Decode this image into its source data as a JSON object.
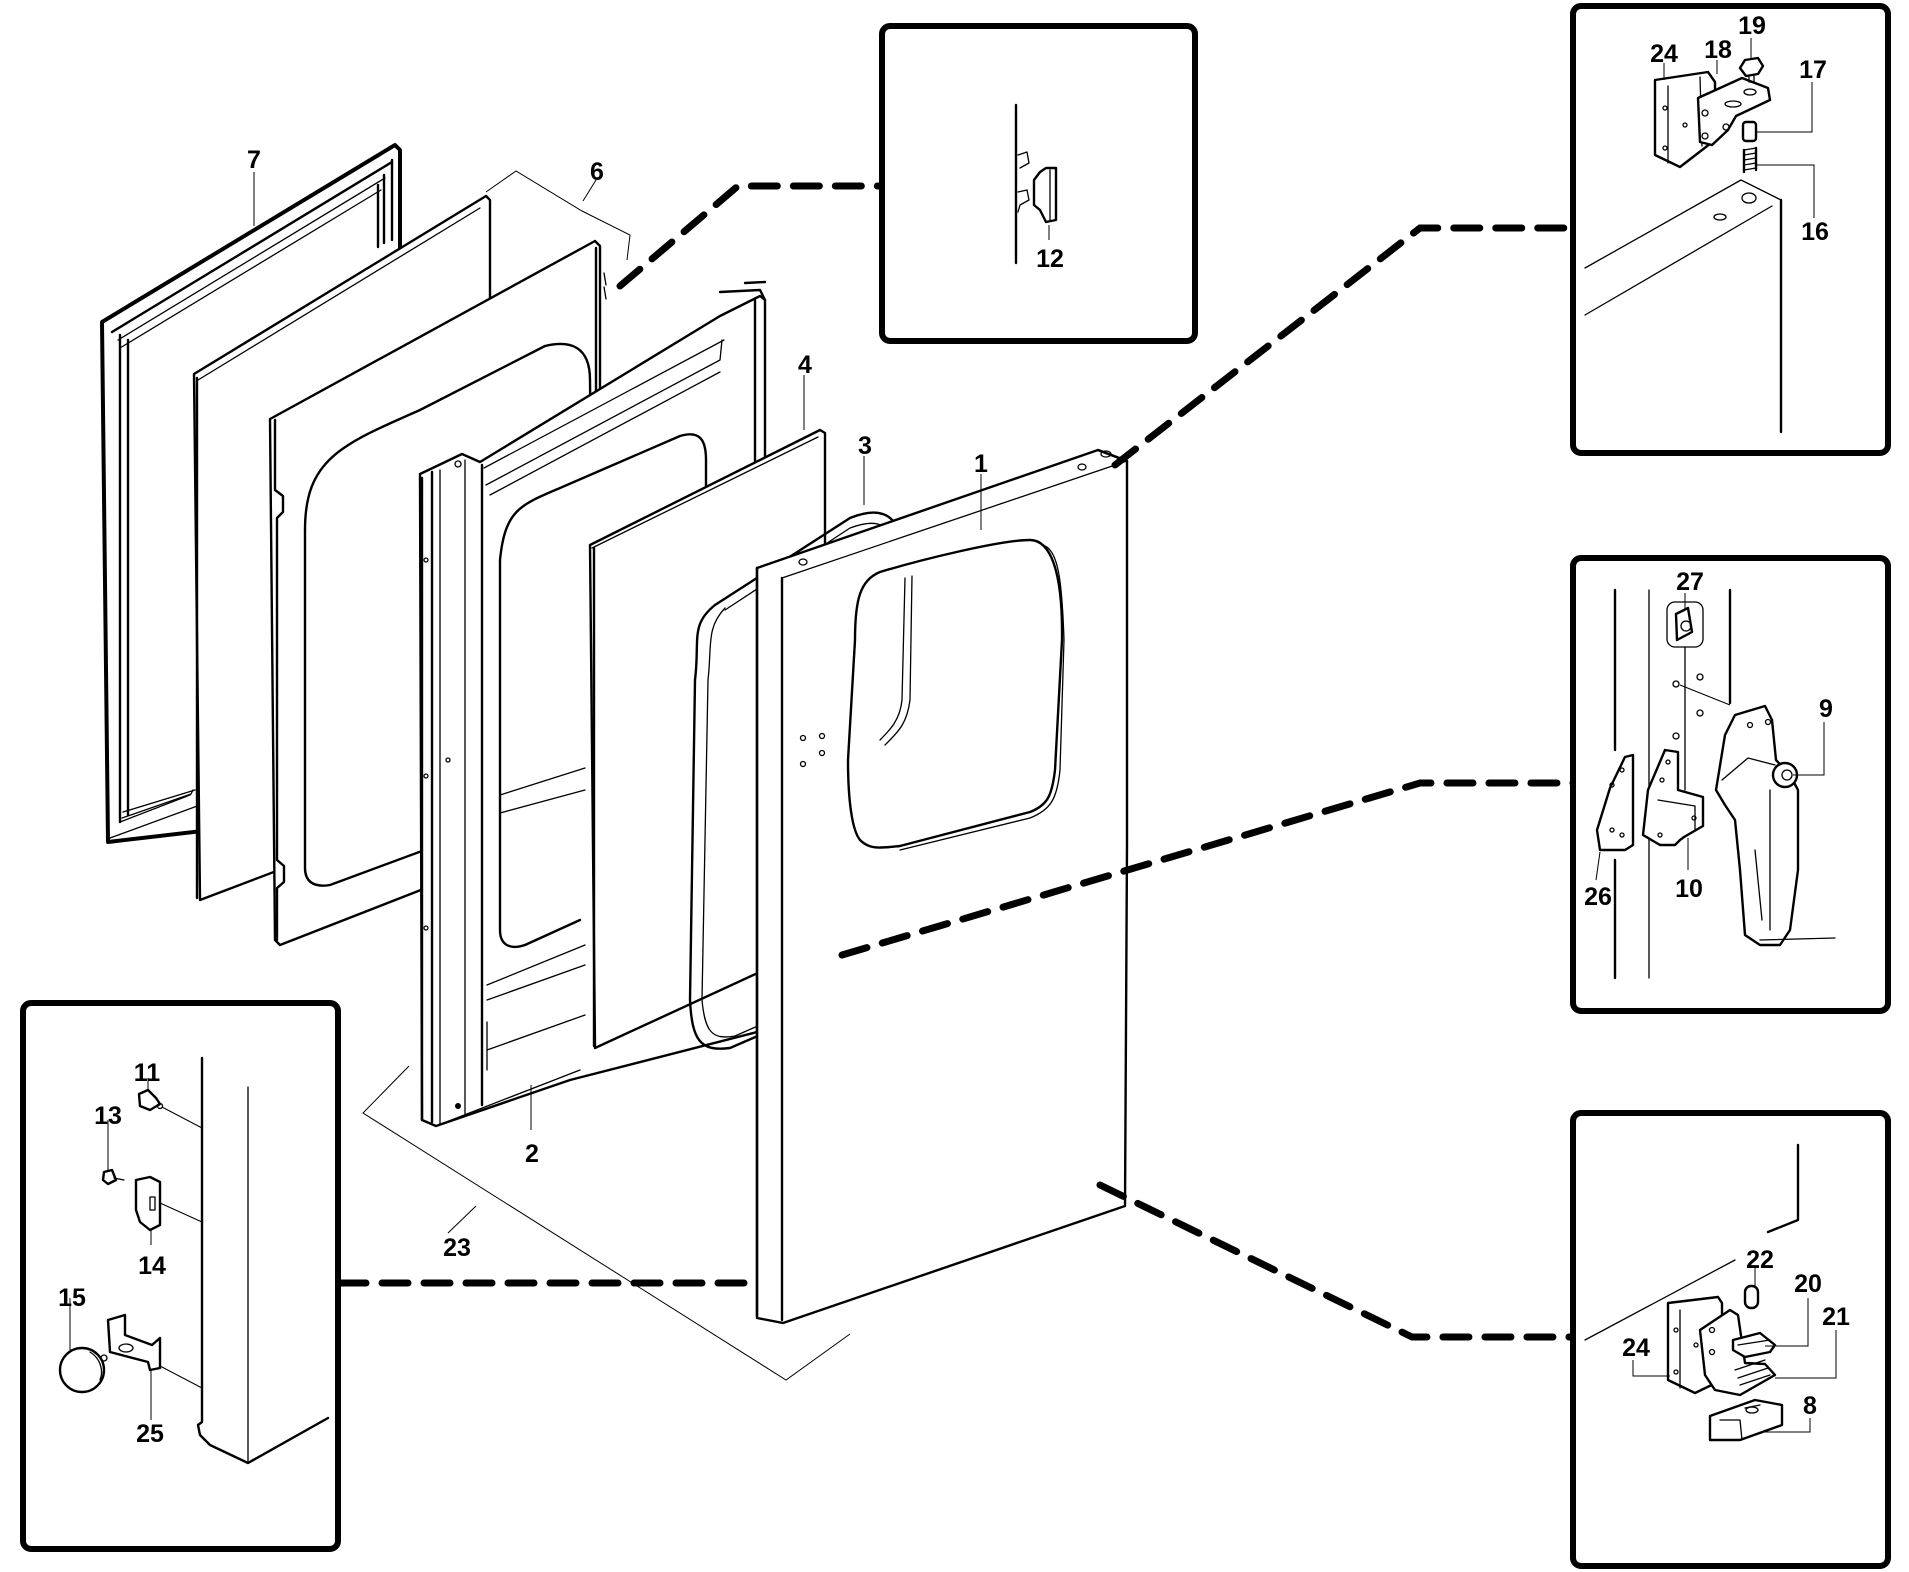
{
  "diagram": {
    "type": "exploded parts diagram",
    "subject": "door assembly",
    "colors": {
      "line": "#000000",
      "background": "#ffffff"
    },
    "main_labels": {
      "p1": "1",
      "p2": "2",
      "p3": "3",
      "p4": "4",
      "p6": "6",
      "p7": "7",
      "p23": "23"
    },
    "detail_top_center": {
      "labels": {
        "p12": "12"
      }
    },
    "detail_top_right": {
      "labels": {
        "p24": "24",
        "p18": "18",
        "p19": "19",
        "p17": "17",
        "p16": "16"
      }
    },
    "detail_middle_right": {
      "labels": {
        "p27": "27",
        "p9": "9",
        "p26": "26",
        "p10": "10"
      }
    },
    "detail_bottom_right": {
      "labels": {
        "p22": "22",
        "p20": "20",
        "p21": "21",
        "p24": "24",
        "p8": "8"
      }
    },
    "detail_bottom_left": {
      "labels": {
        "p11": "11",
        "p13": "13",
        "p14": "14",
        "p15": "15",
        "p25": "25"
      }
    }
  }
}
